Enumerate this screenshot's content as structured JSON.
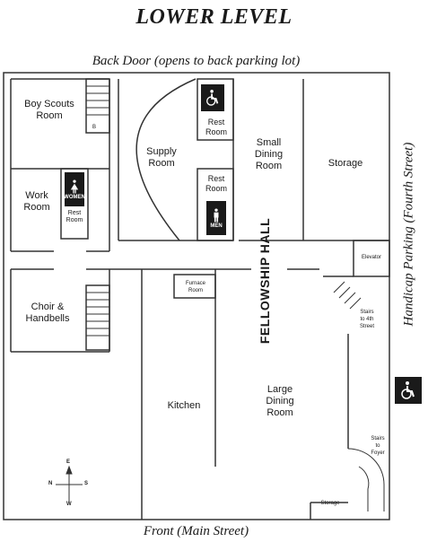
{
  "title": "LOWER LEVEL",
  "back_door": "Back Door (opens to back parking lot)",
  "front": "Front (Main Street)",
  "handicap_parking": "Handicap Parking (Fourth Street)",
  "rooms": {
    "boy_scouts": [
      "Boy Scouts",
      "Room"
    ],
    "supply": [
      "Supply",
      "Room"
    ],
    "rest_room_accessible": [
      "Rest",
      "Room"
    ],
    "small_dining": [
      "Small",
      "Dining",
      "Room"
    ],
    "storage": "Storage",
    "work": [
      "Work",
      "Room"
    ],
    "rest_room_women": [
      "Rest",
      "Room"
    ],
    "rest_room_men": [
      "Rest",
      "Room"
    ],
    "elevator": "Elevator",
    "furnace": [
      "Furnace",
      "Room"
    ],
    "fellowship_hall": "FELLOWSHIP HALL",
    "choir": [
      "Choir &",
      "Handbells"
    ],
    "stairs_4th": [
      "Stairs",
      "to 4th",
      "Street"
    ],
    "kitchen": "Kitchen",
    "large_dining": [
      "Large",
      "Dining",
      "Room"
    ],
    "stairs_foyer": [
      "Stairs",
      "to",
      "Foyer"
    ],
    "storage_small": "Storage"
  },
  "signs": {
    "women": "WOMEN",
    "men": "MEN",
    "stair_letter": "B"
  },
  "compass": {
    "n": "N",
    "s": "S",
    "e": "E",
    "w": "W"
  }
}
